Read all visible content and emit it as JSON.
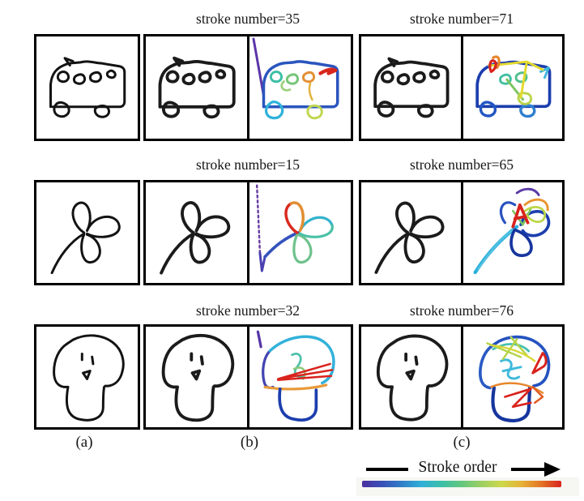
{
  "rows": [
    {
      "subject": "bus",
      "stroke_number_b": "stroke number=35",
      "stroke_number_c": "stroke number=71"
    },
    {
      "subject": "flower",
      "stroke_number_b": "stroke number=15",
      "stroke_number_c": "stroke number=65"
    },
    {
      "subject": "dog",
      "stroke_number_b": "stroke number=32",
      "stroke_number_c": "stroke number=76"
    }
  ],
  "column_labels": [
    "(a)",
    "(b)",
    "(c)"
  ],
  "legend": {
    "label": "Stroke order",
    "colormap": [
      "#4a2f9e",
      "#3a50b8",
      "#2f7fc8",
      "#2fb0d8",
      "#3cbfa8",
      "#63c77e",
      "#9ccf60",
      "#cdd84a",
      "#e6b237",
      "#e37426",
      "#d9231d"
    ]
  },
  "colors": {
    "ink": "#141414",
    "panel_border": "#000000"
  }
}
